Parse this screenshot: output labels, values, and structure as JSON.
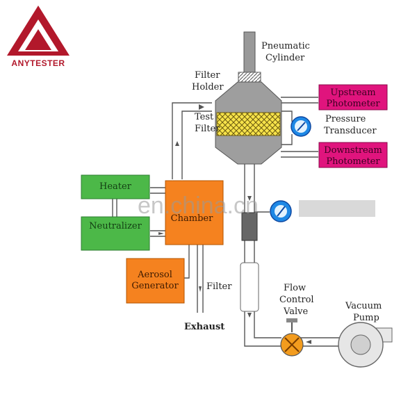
{
  "brand": {
    "name": "ANYTESTER",
    "color": "#b2182b"
  },
  "watermark": "en.china.cn",
  "labels": {
    "pneumatic_cylinder": [
      "Pneumatic",
      "Cylinder"
    ],
    "filter_holder": [
      "Filter",
      "Holder"
    ],
    "test_filter": [
      "Test",
      "Filter"
    ],
    "pressure_transducer": [
      "Pressure",
      "Transducer"
    ],
    "flow_control_valve": [
      "Flow",
      "Control",
      "Valve"
    ],
    "vacuum_pump": [
      "Vacuum",
      "Pump"
    ],
    "filter": "Filter",
    "exhaust": "Exhaust"
  },
  "boxes": {
    "upstream_photometer": [
      "Upstream",
      "Photometer"
    ],
    "downstream_photometer": [
      "Downstream",
      "Photometer"
    ],
    "heater": "Heater",
    "neutralizer": "Neutralizer",
    "chamber": "Chamber",
    "aerosol_generator": [
      "Aerosol",
      "Generator"
    ]
  },
  "colors": {
    "magenta": "#e0147d",
    "green": "#4cb848",
    "orange": "#f5821f",
    "gauge_blue": "#1e88e5",
    "filter_yellow": "#f7e34a",
    "valve_orange": "#f39c1e"
  }
}
